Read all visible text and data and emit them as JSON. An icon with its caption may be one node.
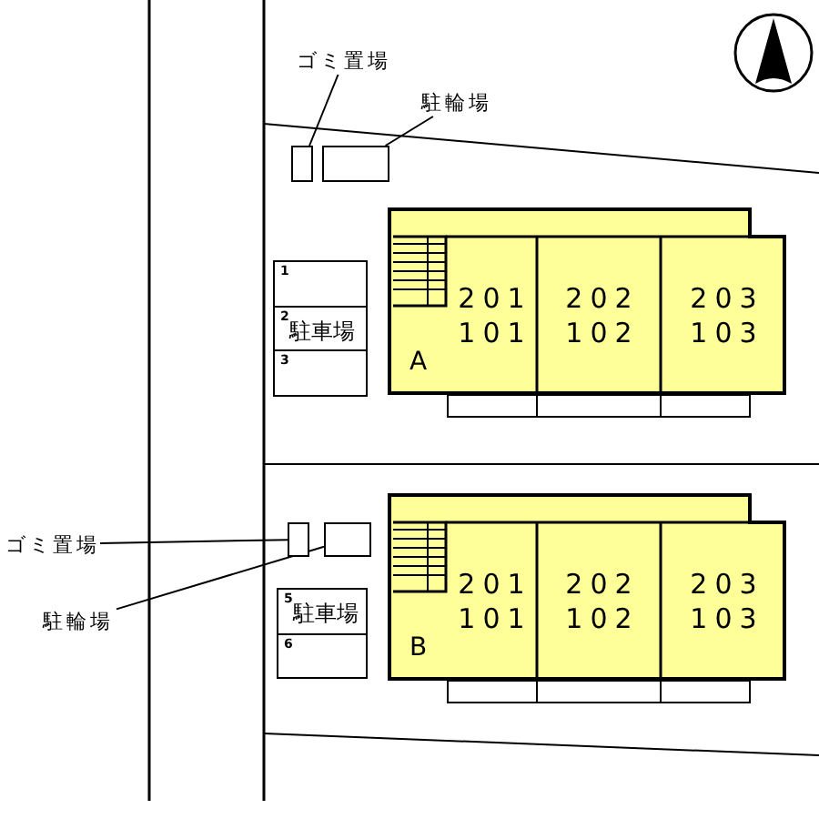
{
  "diagram": {
    "nodes": [
      {
        "text": [
          "ゴミ置場"
        ]
      },
      {
        "text": [],
        "shape": "box"
      },
      {
        "text": [
          "駐輪場"
        ]
      },
      {
        "text": [],
        "shape": "box"
      },
      {
        "text": [
          "1",
          "2",
          "駐車場",
          "3"
        ]
      },
      {
        "text": [
          "A"
        ]
      },
      {
        "text": [
          "201",
          "101"
        ],
        "in": 5
      },
      {
        "text": [
          "202",
          "102"
        ],
        "in": 5
      },
      {
        "text": [
          "203",
          "103"
        ],
        "in": 5
      },
      {
        "text": [
          "ゴミ置場"
        ]
      },
      {
        "text": [],
        "shape": "box"
      },
      {
        "text": [
          "駐輪場"
        ]
      },
      {
        "text": [],
        "shape": "box"
      },
      {
        "text": [
          "5",
          "駐車場",
          "6"
        ]
      },
      {
        "text": [
          "B"
        ]
      },
      {
        "text": [
          "201",
          "101"
        ],
        "in": 14
      },
      {
        "text": [
          "202",
          "102"
        ],
        "in": 14
      },
      {
        "text": [
          "203",
          "103"
        ],
        "in": 14
      }
    ],
    "edges": [
      {
        "from": 0,
        "to": 1,
        "arrow": "none"
      },
      {
        "from": 2,
        "to": 3,
        "arrow": "none"
      },
      {
        "from": 9,
        "to": 10,
        "arrow": "none"
      },
      {
        "from": 11,
        "to": 12,
        "arrow": "none"
      }
    ]
  }
}
